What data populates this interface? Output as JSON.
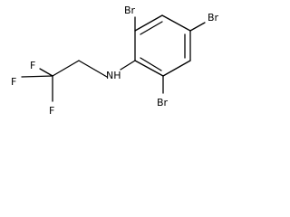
{
  "molecule": {
    "atoms": {
      "br_top_left": "Br",
      "br_top_right": "Br",
      "br_bottom": "Br",
      "nh": "NH",
      "f_top": "F",
      "f_left": "F",
      "f_bottom": "F"
    }
  },
  "colors": {
    "bond": "#000000",
    "text": "#000000",
    "background": "#ffffff"
  }
}
